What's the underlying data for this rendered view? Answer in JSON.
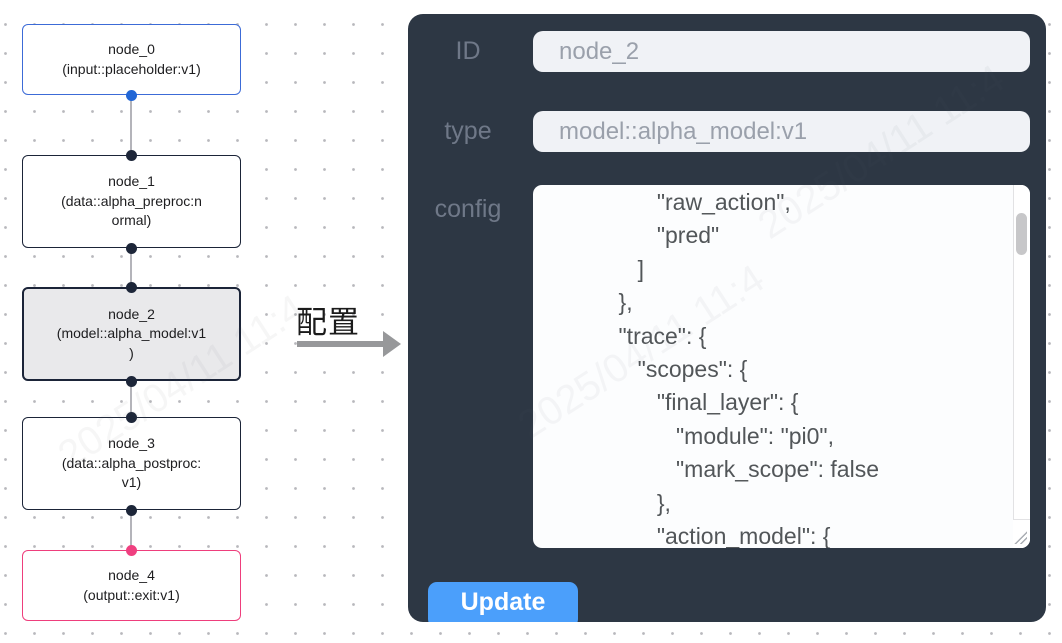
{
  "flow": {
    "nodes": [
      {
        "title": "node_0",
        "subtitle": "(input::placeholder:v1)",
        "accent": "#3c6bd7",
        "selected": false
      },
      {
        "title": "node_1",
        "subtitle": "(data::alpha_preproc:n\normal)",
        "accent": "#1b2438",
        "selected": false
      },
      {
        "title": "node_2",
        "subtitle": "(model::alpha_model:v1\n)",
        "accent": "#1b2438",
        "selected": true
      },
      {
        "title": "node_3",
        "subtitle": "(data::alpha_postproc:\nv1)",
        "accent": "#1b2438",
        "selected": false
      },
      {
        "title": "node_4",
        "subtitle": "(output::exit:v1)",
        "accent": "#ee3e7c",
        "selected": false
      }
    ],
    "edge_color": "#b4b4ba",
    "handle_colors": {
      "input_source": "#2166d6",
      "default": "#1d2639",
      "output_target": "#ef4080"
    }
  },
  "transfer": {
    "label": "配置",
    "arrow_color": "#97989a"
  },
  "panel": {
    "bg": "#2d3744",
    "fields": [
      {
        "label": "ID",
        "value": "node_2"
      },
      {
        "label": "type",
        "value": "model::alpha_model:v1"
      },
      {
        "label": "config",
        "value": "               \"raw_action\",\n               \"pred\"\n            ]\n         },\n         \"trace\": {\n            \"scopes\": {\n               \"final_layer\": {\n                  \"module\": \"pi0\",\n                  \"mark_scope\": false\n               },\n               \"action_model\": {"
      }
    ],
    "update_label": "Update",
    "button_color": "#4b9ffb"
  },
  "watermark": "2025/04/11 11:4"
}
